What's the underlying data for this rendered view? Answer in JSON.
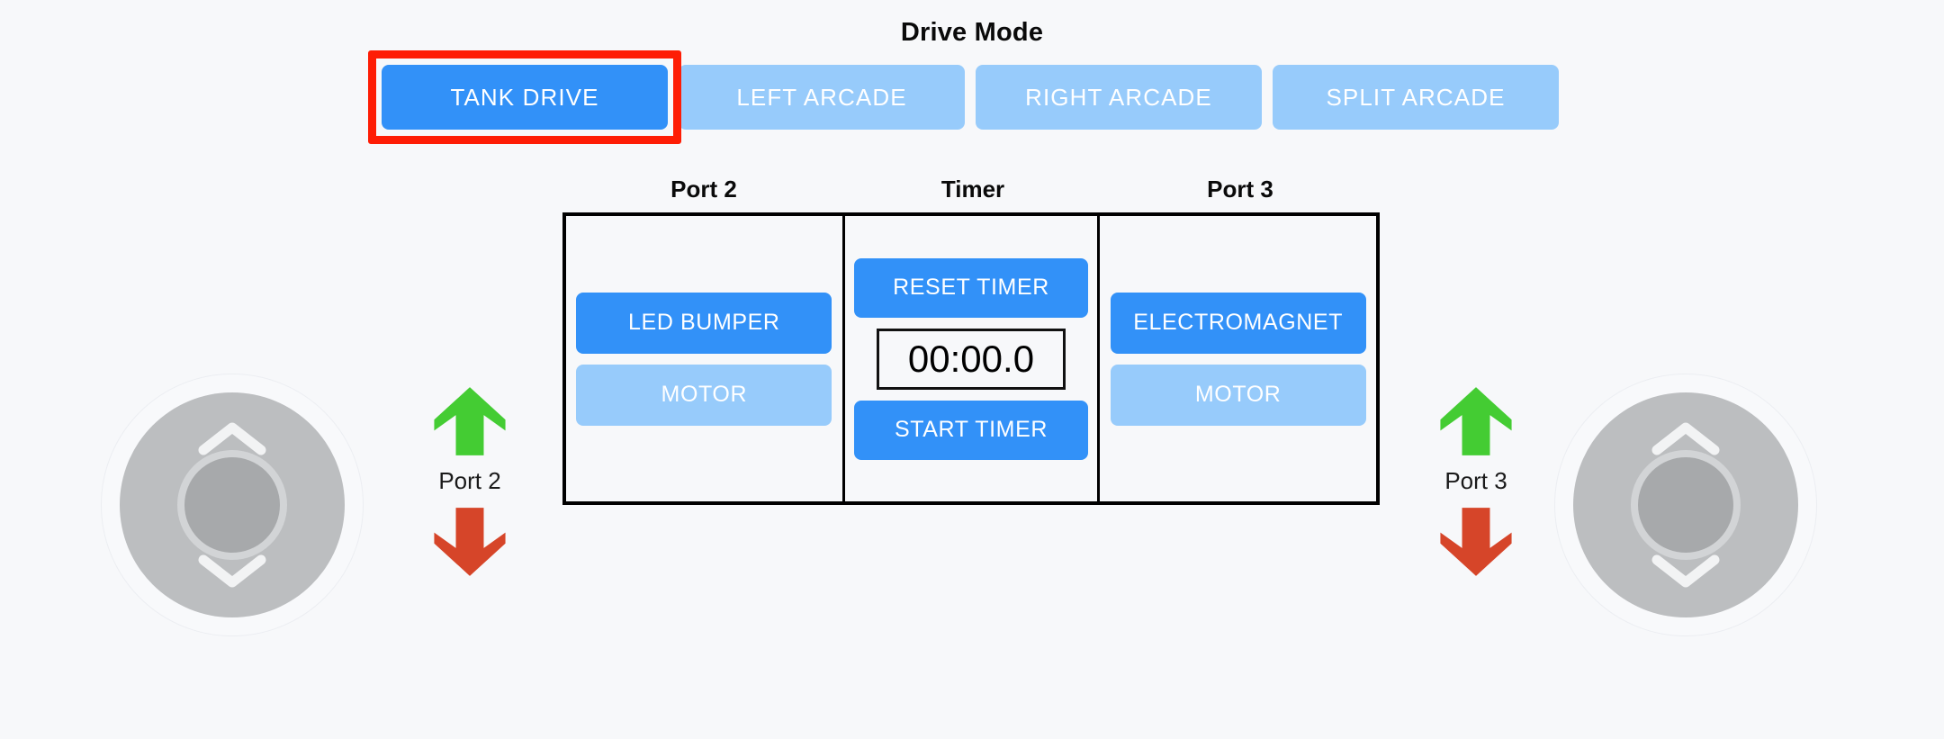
{
  "drive_mode": {
    "title": "Drive Mode",
    "selected": "TANK DRIVE",
    "buttons": [
      {
        "label": "TANK DRIVE",
        "active": true,
        "highlighted": true
      },
      {
        "label": "LEFT ARCADE",
        "active": false,
        "highlighted": false
      },
      {
        "label": "RIGHT ARCADE",
        "active": false,
        "highlighted": false
      },
      {
        "label": "SPLIT ARCADE",
        "active": false,
        "highlighted": false
      }
    ]
  },
  "panels": {
    "captions": {
      "port2": "Port 2",
      "timer": "Timer",
      "port3": "Port 3"
    },
    "port2": {
      "primary_label": "LED BUMPER",
      "secondary_label": "MOTOR"
    },
    "timer": {
      "reset_label": "RESET TIMER",
      "display_value": "00:00.0",
      "start_label": "START TIMER"
    },
    "port3": {
      "primary_label": "ELECTROMAGNET",
      "secondary_label": "MOTOR"
    }
  },
  "clusters": {
    "left": {
      "label": "Port 2",
      "up_icon": "green-up-arrow-icon",
      "down_icon": "red-down-arrow-icon"
    },
    "right": {
      "label": "Port 3",
      "up_icon": "green-up-arrow-icon",
      "down_icon": "red-down-arrow-icon"
    }
  },
  "joysticks": {
    "left": {
      "name": "left-joystick",
      "up_icon": "chevron-up-icon",
      "down_icon": "chevron-down-icon"
    },
    "right": {
      "name": "right-joystick",
      "up_icon": "chevron-up-icon",
      "down_icon": "chevron-down-icon"
    }
  },
  "colors": {
    "background": "#f7f8fa",
    "accent_blue": "#3291f8",
    "muted_blue": "#97cbfb",
    "highlight_red": "#fe1d05",
    "arrow_green": "#44cc33",
    "arrow_red": "#d64529",
    "joystick_gray": "#bcbec0",
    "border_black": "#000000"
  }
}
